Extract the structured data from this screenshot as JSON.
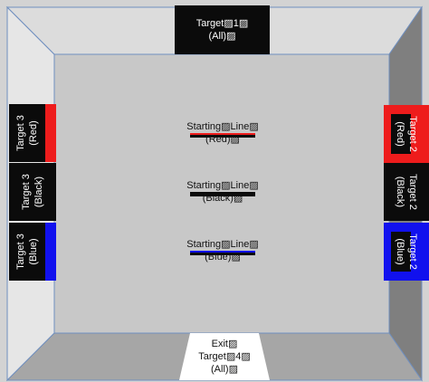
{
  "arena": {
    "colors": {
      "outer_frame": "#d3d3d3",
      "left_wall": "#e6e6e6",
      "right_wall": "#7f7f7f",
      "top_wall": "#dcdcdc",
      "bottom_wall": "#a6a6a6",
      "floor": "#c8c8c8",
      "edge_line": "#6f8fbf",
      "red": "#ee1c1c",
      "blue": "#1111ee",
      "black": "#0b0b0b"
    }
  },
  "targets": {
    "target1": {
      "line1": "Target▨1▨",
      "line2": "(All)▨"
    },
    "target3_red": {
      "line1": "Target 3",
      "line2": "(Red)"
    },
    "target3_black": {
      "line1": "Target 3",
      "line2": "(Black)"
    },
    "target3_blue": {
      "line1": "Target 3",
      "line2": "(Blue)"
    },
    "target2_red": {
      "line1": "Target 2",
      "line2": "(Red)"
    },
    "target2_black": {
      "line1": "Target 2",
      "line2": "(Black)"
    },
    "target2_blue": {
      "line1": "Target 2",
      "line2": "(Blue)"
    }
  },
  "exit": {
    "line1": "Exit▨",
    "line2": "Target▨4▨",
    "line3": "(All)▨"
  },
  "starting_lines": [
    {
      "line1": "Starting▨Line▨",
      "line2": "(Red)▨",
      "color": "red"
    },
    {
      "line1": "Starting▨Line▨",
      "line2": "(Black)▨",
      "color": "black"
    },
    {
      "line1": "Starting▨Line▨",
      "line2": "(Blue)▨",
      "color": "blue"
    }
  ]
}
